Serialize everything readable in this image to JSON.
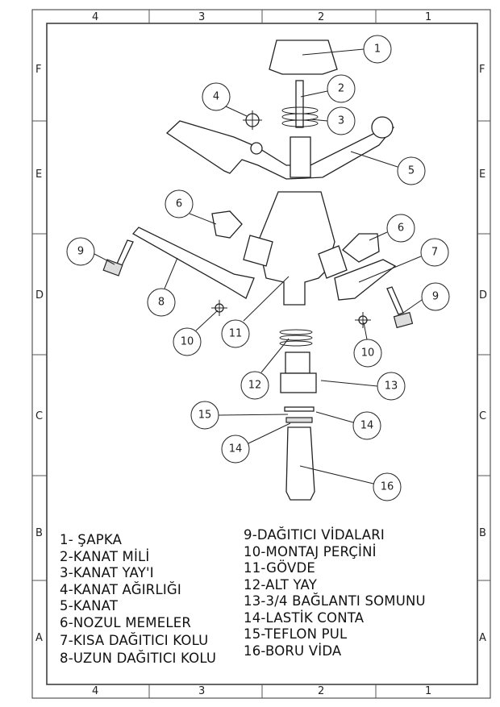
{
  "zones": {
    "columns": [
      "4",
      "3",
      "2",
      "1"
    ],
    "rows": [
      "F",
      "E",
      "D",
      "C",
      "B",
      "A"
    ]
  },
  "balloons": [
    "1",
    "2",
    "3",
    "4",
    "5",
    "6",
    "6",
    "7",
    "9",
    "8",
    "9",
    "10",
    "11",
    "10",
    "12",
    "13",
    "14",
    "15",
    "14",
    "16"
  ],
  "legend": {
    "left": [
      "1- ŞAPKA",
      "2-KANAT MİLİ",
      "3-KANAT YAY'I",
      "4-KANAT AĞIRLIĞI",
      "5-KANAT",
      "6-NOZUL MEMELER",
      "7-KISA DAĞITICI KOLU",
      "8-UZUN DAĞITICI KOLU"
    ],
    "right": [
      "9-DAĞITICI VİDALARI",
      "10-MONTAJ PERÇİNİ",
      "11-GÖVDE",
      "12-ALT YAY",
      "13-3/4 BAĞLANTI SOMUNU",
      "14-LASTİK CONTA",
      "15-TEFLON PUL",
      "16-BORU VİDA"
    ]
  }
}
